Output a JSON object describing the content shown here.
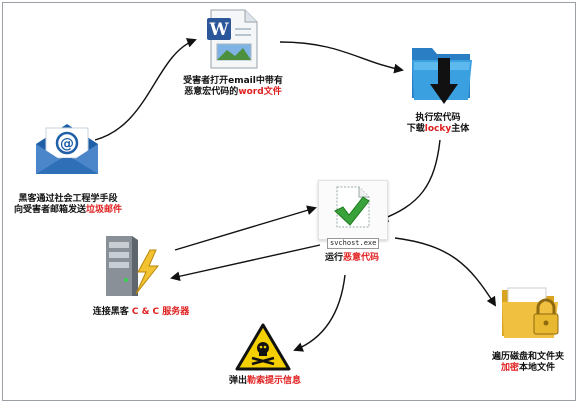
{
  "nodes": {
    "word_doc": {
      "caption_line1": "受害者打开email中带有",
      "caption_line2_pre": "恶意宏代码的",
      "caption_line2_red": "word文件"
    },
    "macro": {
      "caption_line1": "执行宏代码",
      "caption_line2_pre": "下载",
      "caption_line2_red": "locky",
      "caption_line2_post": "主体"
    },
    "email": {
      "caption_line1": "黑客通过社会工程学手段",
      "caption_line2_pre": "向受害者邮箱发送",
      "caption_line2_red": "垃圾邮件"
    },
    "malware": {
      "filename": "svchost.exe",
      "caption_pre": "运行",
      "caption_red": "恶意代码"
    },
    "server": {
      "caption_pre": "连接黑客 ",
      "caption_red": "C & C 服务器"
    },
    "warning": {
      "caption_pre": "弹出",
      "caption_red": "勒索提示信息"
    },
    "folder": {
      "caption_line1": "遍历磁盘和文件夹",
      "caption_line2_red": "加密",
      "caption_line2_post": "本地文件"
    }
  },
  "colors": {
    "red_text": "#e02020",
    "arrow": "#111111",
    "word_blue": "#2b579a",
    "folder_blue": "#3aa0e0",
    "lock_gold": "#e8b830",
    "warning_yellow": "#f4d000",
    "server_gray": "#7a7f86",
    "lightning_yellow": "#f2c230",
    "check_green": "#3aa23a"
  }
}
